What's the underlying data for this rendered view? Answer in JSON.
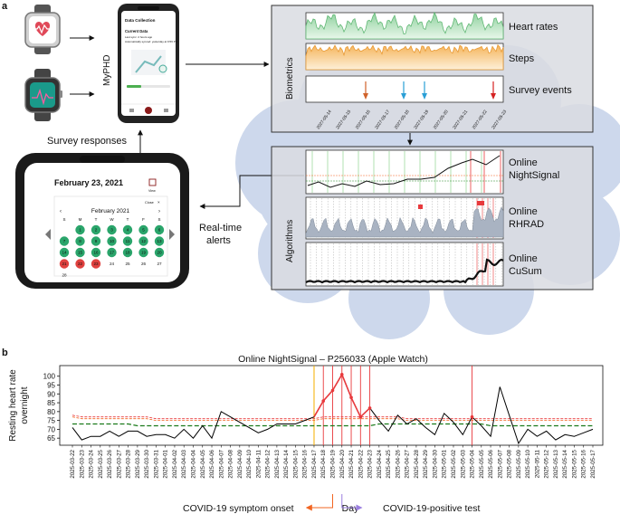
{
  "panel_a": {
    "letter": "a",
    "app_name": "MyPHD",
    "phone_screen": {
      "title": "Data Collection",
      "subtitle": "Current Data",
      "line1": "Last sync: 2 hours ago",
      "line2": "Automatically synced: yesterday at 9:56 PM"
    },
    "survey_responses": "Survey responses",
    "calendar": {
      "date": "February 23, 2021",
      "close": "Close",
      "month": "February 2021",
      "weekdays": [
        "S",
        "M",
        "T",
        "W",
        "T",
        "F",
        "S"
      ],
      "rows": [
        [
          "",
          "1",
          "2",
          "3",
          "4",
          "5",
          "6"
        ],
        [
          "7",
          "8",
          "9",
          "10",
          "11",
          "12",
          "13"
        ],
        [
          "14",
          "15",
          "16",
          "17",
          "18",
          "19",
          "20"
        ],
        [
          "21",
          "22",
          "23",
          "24",
          "25",
          "26",
          "27"
        ],
        [
          "28",
          "",
          "",
          "",
          "",
          "",
          ""
        ]
      ],
      "view": "View"
    },
    "realtime_alerts": [
      "Real-time",
      "alerts"
    ],
    "biometrics": {
      "label": "Biometrics",
      "tracks": [
        "Heart rates",
        "Steps",
        "Survey events"
      ],
      "dates": [
        "2027-05-14",
        "2027-05-15",
        "2027-05-16",
        "2027-05-17",
        "2027-05-18",
        "2027-05-19",
        "2027-05-20",
        "2027-05-21",
        "2027-05-22",
        "2027-05-23"
      ]
    },
    "algorithms": {
      "label": "Algorithms",
      "items": [
        [
          "Online",
          "NightSignal"
        ],
        [
          "Online",
          "RHRAD"
        ],
        [
          "Online",
          "CuSum"
        ]
      ]
    }
  },
  "panel_b": {
    "letter": "b",
    "chart_data": {
      "type": "line",
      "title": "Online NightSignal – P256033 (Apple Watch)",
      "ylabel": [
        "Resting heart rate",
        "overnight"
      ],
      "xlabel": "Day",
      "ylim": [
        61,
        106
      ],
      "yticks": [
        65,
        70,
        75,
        80,
        85,
        90,
        95,
        100
      ],
      "x": [
        "2025-03-22",
        "2025-03-23",
        "2025-03-24",
        "2025-03-25",
        "2025-03-26",
        "2025-03-27",
        "2025-03-28",
        "2025-03-29",
        "2025-03-30",
        "2025-03-31",
        "2025-04-01",
        "2025-04-02",
        "2025-04-03",
        "2025-04-04",
        "2025-04-05",
        "2025-04-06",
        "2025-04-07",
        "2025-04-08",
        "2025-04-09",
        "2025-04-10",
        "2025-04-11",
        "2025-04-12",
        "2025-04-13",
        "2025-04-14",
        "2025-04-15",
        "2025-04-16",
        "2025-04-17",
        "2025-04-18",
        "2025-04-19",
        "2025-04-20",
        "2025-04-21",
        "2025-04-22",
        "2025-04-23",
        "2025-04-24",
        "2025-04-25",
        "2025-04-26",
        "2025-04-27",
        "2025-04-28",
        "2025-04-29",
        "2025-04-30",
        "2025-05-01",
        "2025-05-02",
        "2025-05-03",
        "2025-05-04",
        "2025-05-05",
        "2025-05-06",
        "2025-05-07",
        "2025-05-08",
        "2025-05-09",
        "2025-05-10",
        "2025-05-11",
        "2025-05-12",
        "2025-05-13",
        "2025-05-14",
        "2025-05-15",
        "2025-05-16",
        "2025-05-17"
      ],
      "series": [
        {
          "values": [
            71,
            64,
            66,
            66,
            69,
            66,
            69,
            69,
            66,
            67,
            67,
            65,
            70,
            65,
            72,
            65,
            80,
            77,
            74,
            71,
            68,
            70,
            73,
            73,
            73,
            75,
            77,
            86,
            92,
            101,
            88,
            77,
            82,
            75,
            69,
            78,
            73,
            76,
            71,
            67,
            79,
            74,
            67,
            77,
            72,
            66,
            94,
            78,
            62,
            70,
            66,
            69,
            64,
            67,
            66,
            68,
            70,
            77,
            73,
            67
          ]
        },
        {
          "values": [
            78,
            77,
            77,
            77,
            77,
            77,
            77,
            77,
            77,
            76,
            76,
            76,
            76,
            76,
            76,
            76,
            76,
            76,
            76,
            76,
            76,
            76,
            76,
            76,
            76,
            76,
            76,
            77,
            77,
            77,
            77,
            77,
            77,
            77,
            77,
            77,
            76,
            76,
            76,
            76,
            76,
            76,
            76,
            76,
            76,
            76,
            76,
            76,
            76,
            76,
            76,
            76,
            76,
            76,
            76,
            76,
            76
          ]
        },
        {
          "values": [
            77,
            76,
            76,
            76,
            76,
            76,
            76,
            76,
            76,
            75,
            75,
            75,
            75,
            75,
            75,
            75,
            75,
            75,
            75,
            75,
            75,
            75,
            75,
            75,
            75,
            75,
            75,
            76,
            76,
            76,
            76,
            76,
            76,
            76,
            76,
            76,
            75,
            75,
            75,
            75,
            75,
            75,
            75,
            75,
            75,
            75,
            75,
            75,
            75,
            75,
            75,
            75,
            75,
            75,
            75,
            75,
            75
          ]
        },
        {
          "values": [
            73,
            73,
            73,
            73,
            73,
            73,
            73,
            72,
            72,
            72,
            72,
            72,
            72,
            72,
            72,
            72,
            72,
            72,
            72,
            72,
            72,
            72,
            72,
            72,
            72,
            72,
            72,
            72,
            72,
            72,
            72,
            72,
            72,
            73,
            73,
            73,
            73,
            73,
            73,
            73,
            73,
            73,
            73,
            73,
            73,
            72,
            72,
            72,
            72,
            72,
            72,
            72,
            72,
            72,
            72,
            72,
            72
          ]
        }
      ],
      "alert_dates": [
        "2025-04-17",
        "2025-04-18",
        "2025-04-19",
        "2025-04-20",
        "2025-04-21",
        "2025-04-22",
        "2025-04-23",
        "2025-05-04"
      ],
      "symptom_onset_date": "2025-04-19",
      "positive_test_date": "2025-04-20",
      "annotations": {
        "symptom_onset": "COVID-19 symptom onset",
        "positive_test": "COVID-19-positive test"
      },
      "colors": {
        "line": "#000000",
        "alert": "#e8393c",
        "onset": "#f6b400",
        "positive": "#9b7fe0",
        "orange": "#f26522",
        "green": "#1a7a1a"
      }
    }
  }
}
